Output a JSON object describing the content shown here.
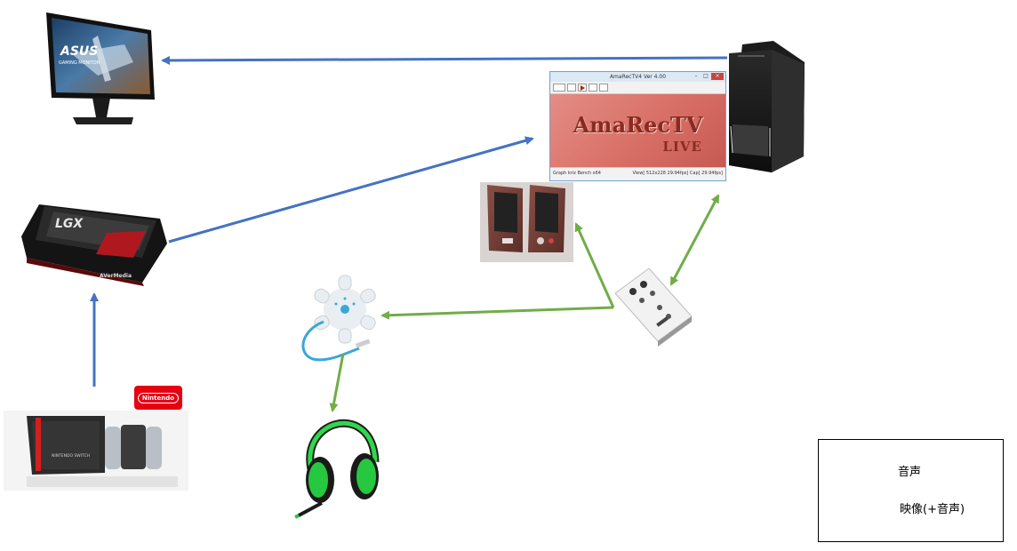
{
  "amarec": {
    "title": "AmaRecTV4 Ver 4.00",
    "logo": "AmaRecTV",
    "live": "LIVE",
    "status_left": "Graph kriz Bench x64",
    "status_right": "View[ 512x228 29.94fps]  Cap[ 29.94fps]"
  },
  "monitor": {
    "brand": "ASUS",
    "subtitle": "GAMING MONITOR"
  },
  "capture": {
    "badge": "LGX",
    "brand": "AVerMedia"
  },
  "nintendo": {
    "logo": "Nintendo"
  },
  "switch": {
    "label": "NINTENDO SWITCH"
  },
  "legend": {
    "items": [
      {
        "label": "音声",
        "color": "#70ad47"
      },
      {
        "label": "映像(+音声)",
        "color": "#4472c4"
      }
    ]
  },
  "colors": {
    "audio": "#70ad47",
    "video": "#4472c4"
  }
}
